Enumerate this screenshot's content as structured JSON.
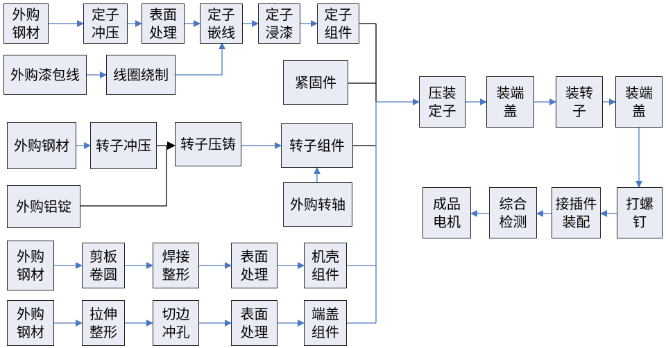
{
  "colors": {
    "box_fill": "#e9ecf5",
    "box_border": "#222222",
    "connector": "#4a78c2"
  },
  "nodes": {
    "n1": {
      "label": "外购\n钢材"
    },
    "n2": {
      "label": "定子\n冲压"
    },
    "n3": {
      "label": "表面\n处理"
    },
    "n4": {
      "label": "定子\n嵌线"
    },
    "n5": {
      "label": "定子\n浸漆"
    },
    "n6": {
      "label": "定子\n组件"
    },
    "n7": {
      "label": "外购漆包线"
    },
    "n8": {
      "label": "线圈绕制"
    },
    "n9": {
      "label": "紧固件"
    },
    "n10": {
      "label": "外购钢材"
    },
    "n11": {
      "label": "转子冲压"
    },
    "n12": {
      "label": "转子压铸"
    },
    "n13": {
      "label": "转子组件"
    },
    "n14": {
      "label": "外购铝锭"
    },
    "n15": {
      "label": "外购转轴"
    },
    "n16": {
      "label": "外购\n钢材"
    },
    "n17": {
      "label": "剪板\n卷圆"
    },
    "n18": {
      "label": "焊接\n整形"
    },
    "n19": {
      "label": "表面\n处理"
    },
    "n20": {
      "label": "机壳\n组件"
    },
    "n21": {
      "label": "外购\n钢材"
    },
    "n22": {
      "label": "拉伸\n整形"
    },
    "n23": {
      "label": "切边\n冲孔"
    },
    "n24": {
      "label": "表面\n处理"
    },
    "n25": {
      "label": "端盖\n组件"
    },
    "n26": {
      "label": "压装\n定子"
    },
    "n27": {
      "label": "装端\n盖"
    },
    "n28": {
      "label": "装转\n子"
    },
    "n29": {
      "label": "装端\n盖"
    },
    "n30": {
      "label": "打螺\n钉"
    },
    "n31": {
      "label": "接插件\n装配"
    },
    "n32": {
      "label": "综合\n检测"
    },
    "n33": {
      "label": "成品\n电机"
    }
  }
}
